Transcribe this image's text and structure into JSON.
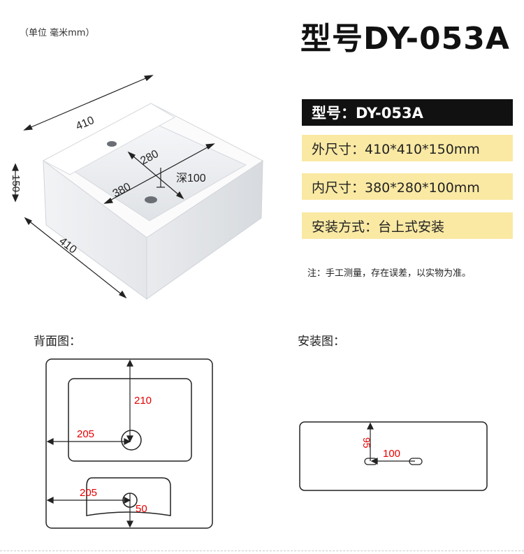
{
  "unit_note": "（单位 毫米mm）",
  "title": "型号DY-053A",
  "specs": {
    "header": "型号：DY-053A",
    "outer": "外尺寸：410*410*150mm",
    "inner": "内尺寸：380*280*100mm",
    "install": "安装方式：台上式安装"
  },
  "note": "注：手工测量，存在误差，以实物为准。",
  "product_dims": {
    "top_width": "410",
    "side_depth": "410",
    "height": "150",
    "inner_length": "280",
    "inner_width": "380",
    "inner_depth": "深100"
  },
  "back_view": {
    "label": "背面图：",
    "dim_210": "210",
    "dim_205_upper": "205",
    "dim_205_lower": "205",
    "dim_50": "50"
  },
  "install_view": {
    "label": "安装图：",
    "dim_95": "95",
    "dim_100": "100"
  },
  "colors": {
    "spec_header_bg": "#111111",
    "spec_bar_bg": "#fae9a3",
    "dimension_red": "#e60000"
  }
}
